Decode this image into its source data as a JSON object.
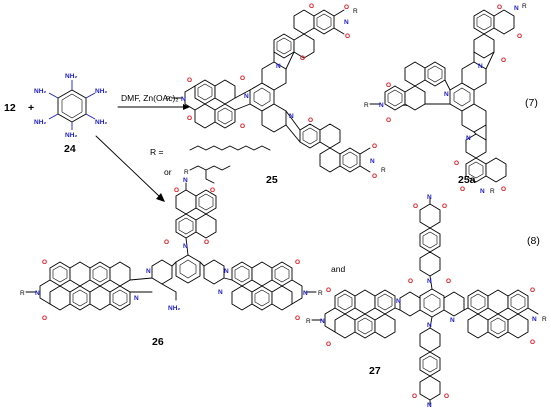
{
  "scheme": {
    "reactant_main": "12",
    "plus": "+",
    "reagent_compound": "24",
    "reagent_nh2": "NH₂",
    "conditions": "DMF, Zn(OAc)₂",
    "and_top": "and",
    "and_bottom": "and",
    "r_def": "R =",
    "r_or": "or",
    "eq_top": "(7)",
    "eq_bottom": "(8)",
    "atom_o": "O",
    "atom_n": "N",
    "atom_r": "R",
    "atom_nh2": "NH₂"
  },
  "compounds": {
    "c25": "25",
    "c25a": "25a",
    "c26": "26",
    "c27": "27"
  }
}
